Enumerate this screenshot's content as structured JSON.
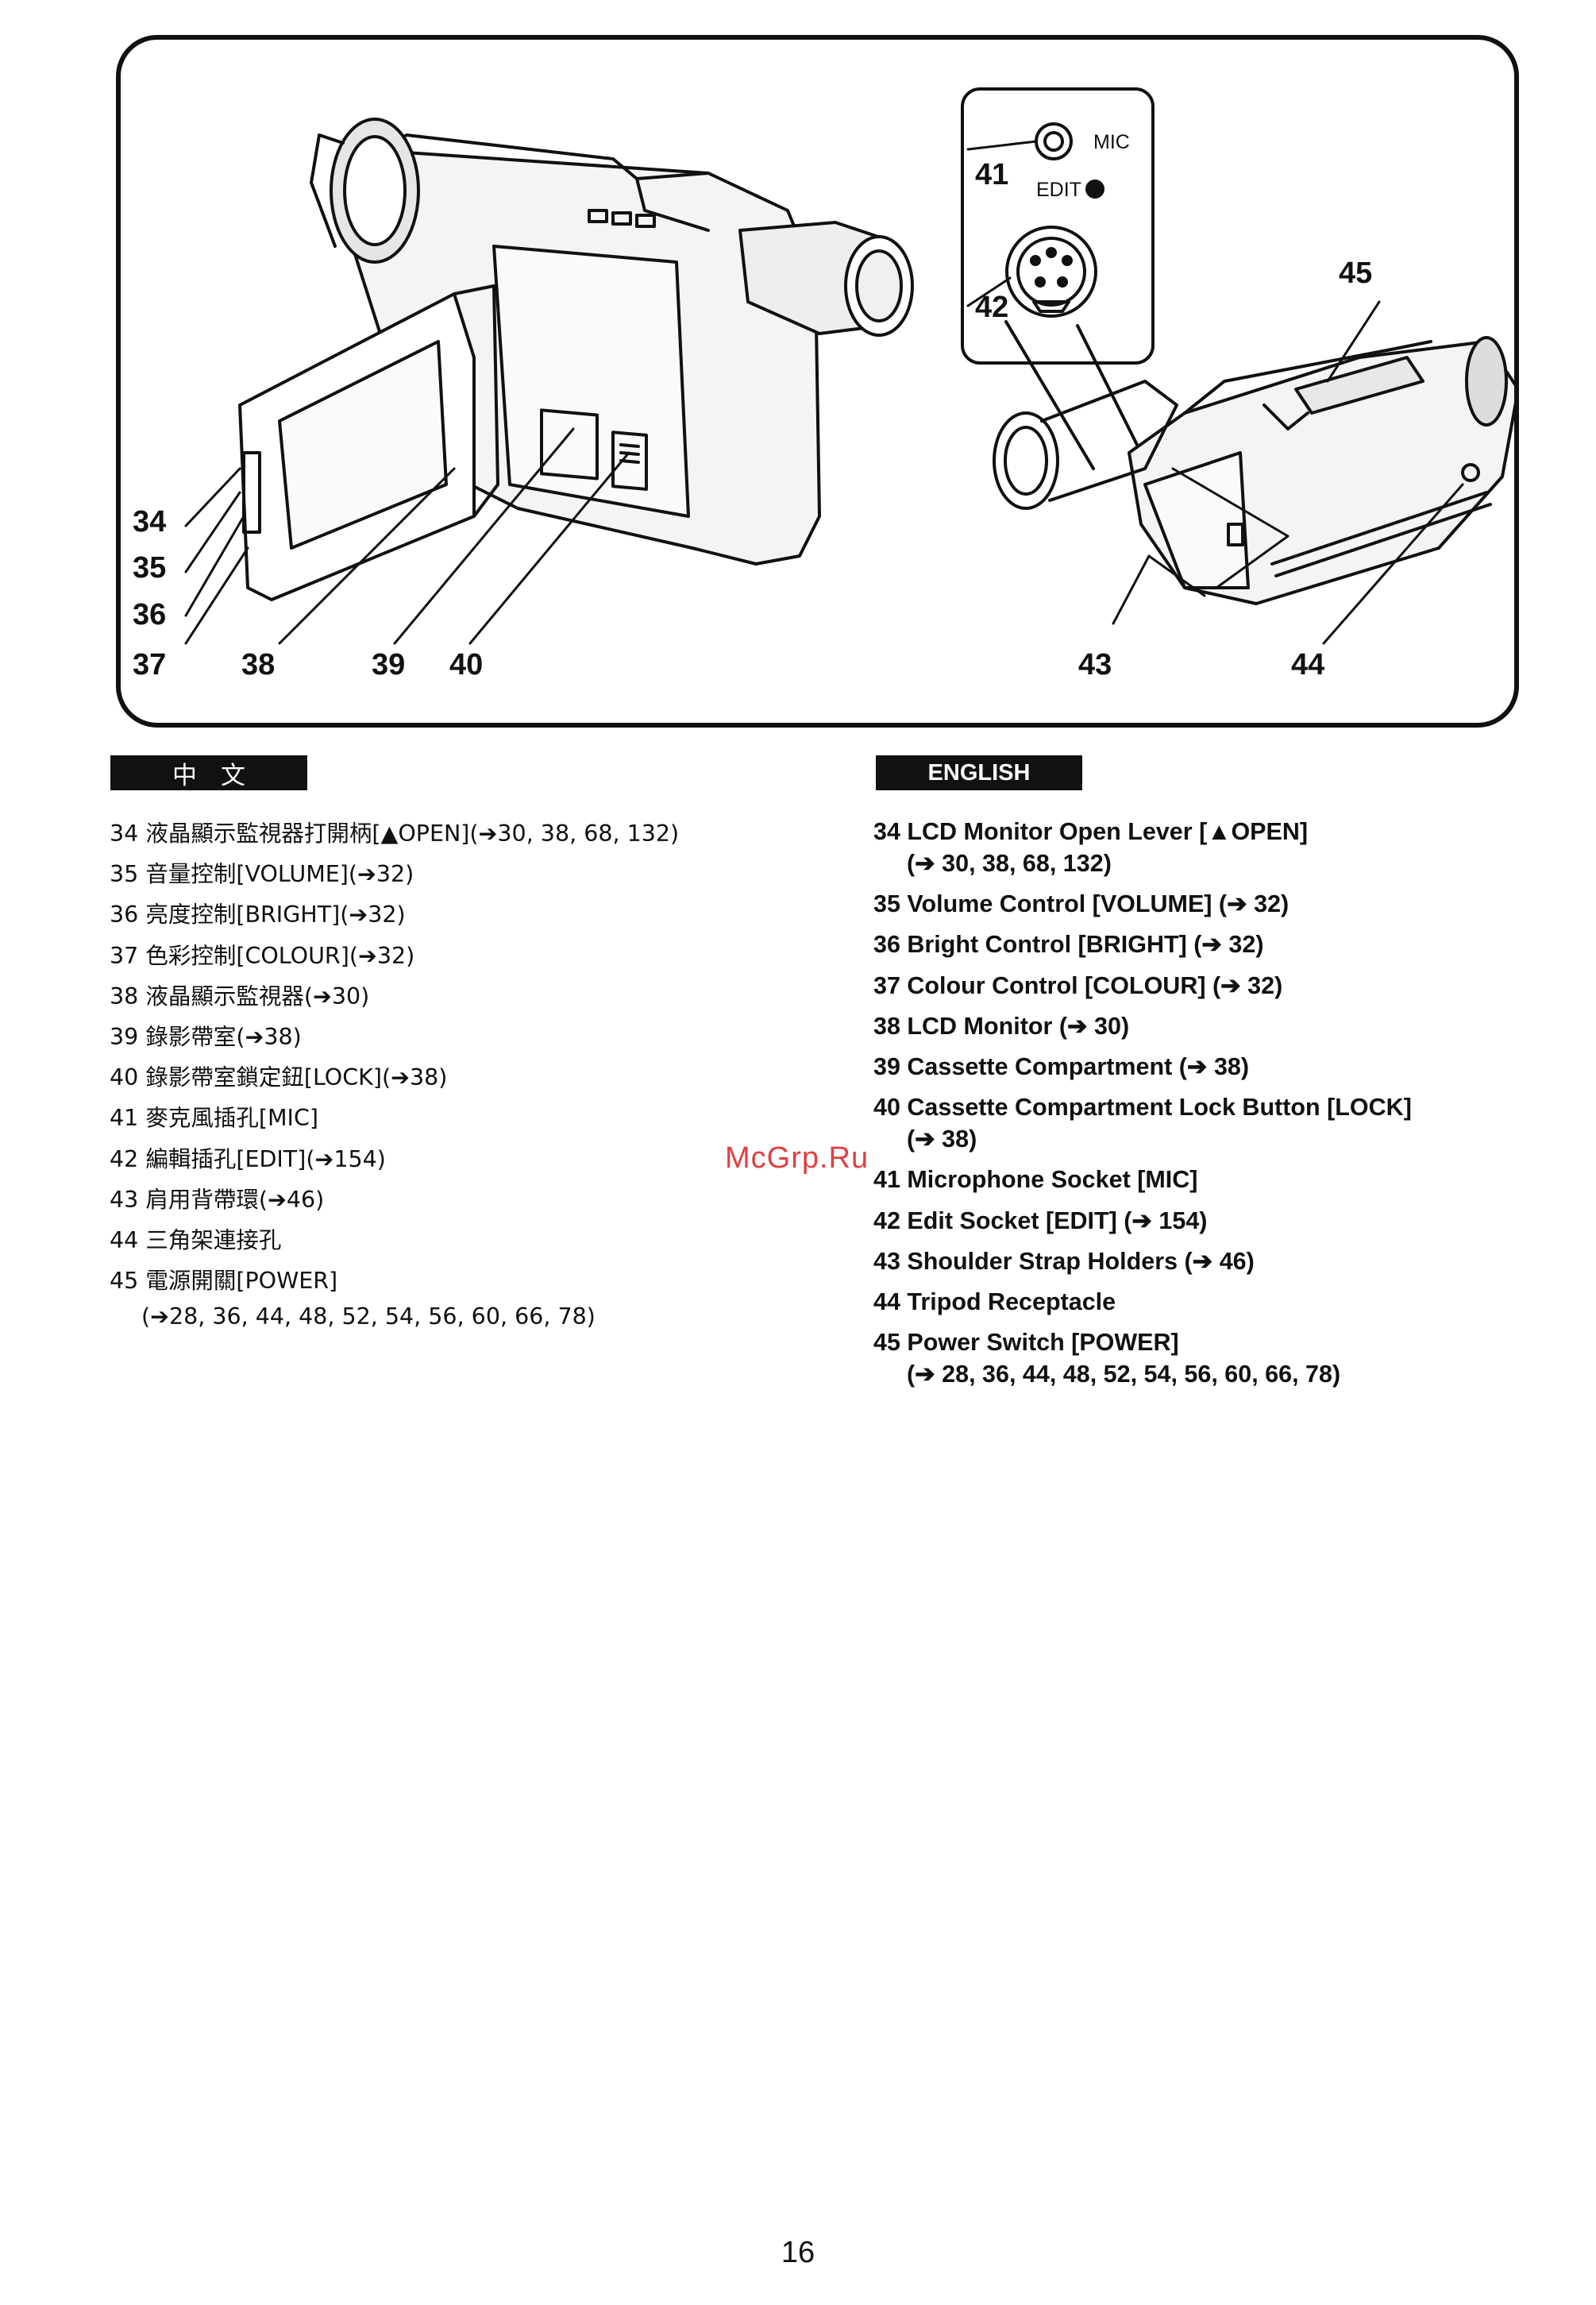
{
  "figure": {
    "callouts": {
      "c34": "34",
      "c35": "35",
      "c36": "36",
      "c37": "37",
      "c38": "38",
      "c39": "39",
      "c40": "40",
      "c41": "41",
      "c42": "42",
      "c43": "43",
      "c44": "44",
      "c45": "45"
    },
    "inset_labels": {
      "mic": "MIC",
      "edit": "EDIT"
    }
  },
  "chinese": {
    "header": "中文",
    "items": [
      "34 液晶顯示監視器打開柄[▲OPEN](➔30, 38, 68, 132)",
      "35 音量控制[VOLUME](➔32)",
      "36 亮度控制[BRIGHT](➔32)",
      "37 色彩控制[COLOUR](➔32)",
      "38 液晶顯示監視器(➔30)",
      "39 錄影帶室(➔38)",
      "40 錄影帶室鎖定鈕[LOCK](➔38)",
      "41 麥克風插孔[MIC]",
      "42 編輯插孔[EDIT](➔154)",
      "43 肩用背帶環(➔46)",
      "44 三角架連接孔",
      "45 電源開關[POWER]"
    ],
    "item45_refs": "(➔28, 36, 44, 48, 52, 54, 56, 60, 66, 78)"
  },
  "english": {
    "header": "ENGLISH",
    "items": [
      {
        "text": "34 LCD Monitor Open Lever [▲OPEN]",
        "refs": "(➔ 30, 38, 68, 132)"
      },
      {
        "text": "35 Volume Control [VOLUME] (➔ 32)"
      },
      {
        "text": "36 Bright Control [BRIGHT] (➔ 32)"
      },
      {
        "text": "37 Colour Control [COLOUR] (➔ 32)"
      },
      {
        "text": "38 LCD Monitor (➔ 30)"
      },
      {
        "text": "39 Cassette Compartment (➔ 38)"
      },
      {
        "text": "40 Cassette Compartment Lock Button [LOCK]",
        "refs": "(➔ 38)"
      },
      {
        "text": "41 Microphone Socket [MIC]"
      },
      {
        "text": "42 Edit Socket [EDIT] (➔ 154)"
      },
      {
        "text": "43 Shoulder Strap Holders (➔ 46)"
      },
      {
        "text": "44 Tripod Receptacle"
      },
      {
        "text": "45 Power Switch [POWER]",
        "refs": "(➔ 28, 36, 44, 48, 52, 54, 56, 60, 66, 78)"
      }
    ]
  },
  "watermark": "McGrp.Ru",
  "page_number": "16",
  "colors": {
    "ink": "#111111",
    "watermark": "#e04040",
    "paper": "#ffffff"
  }
}
